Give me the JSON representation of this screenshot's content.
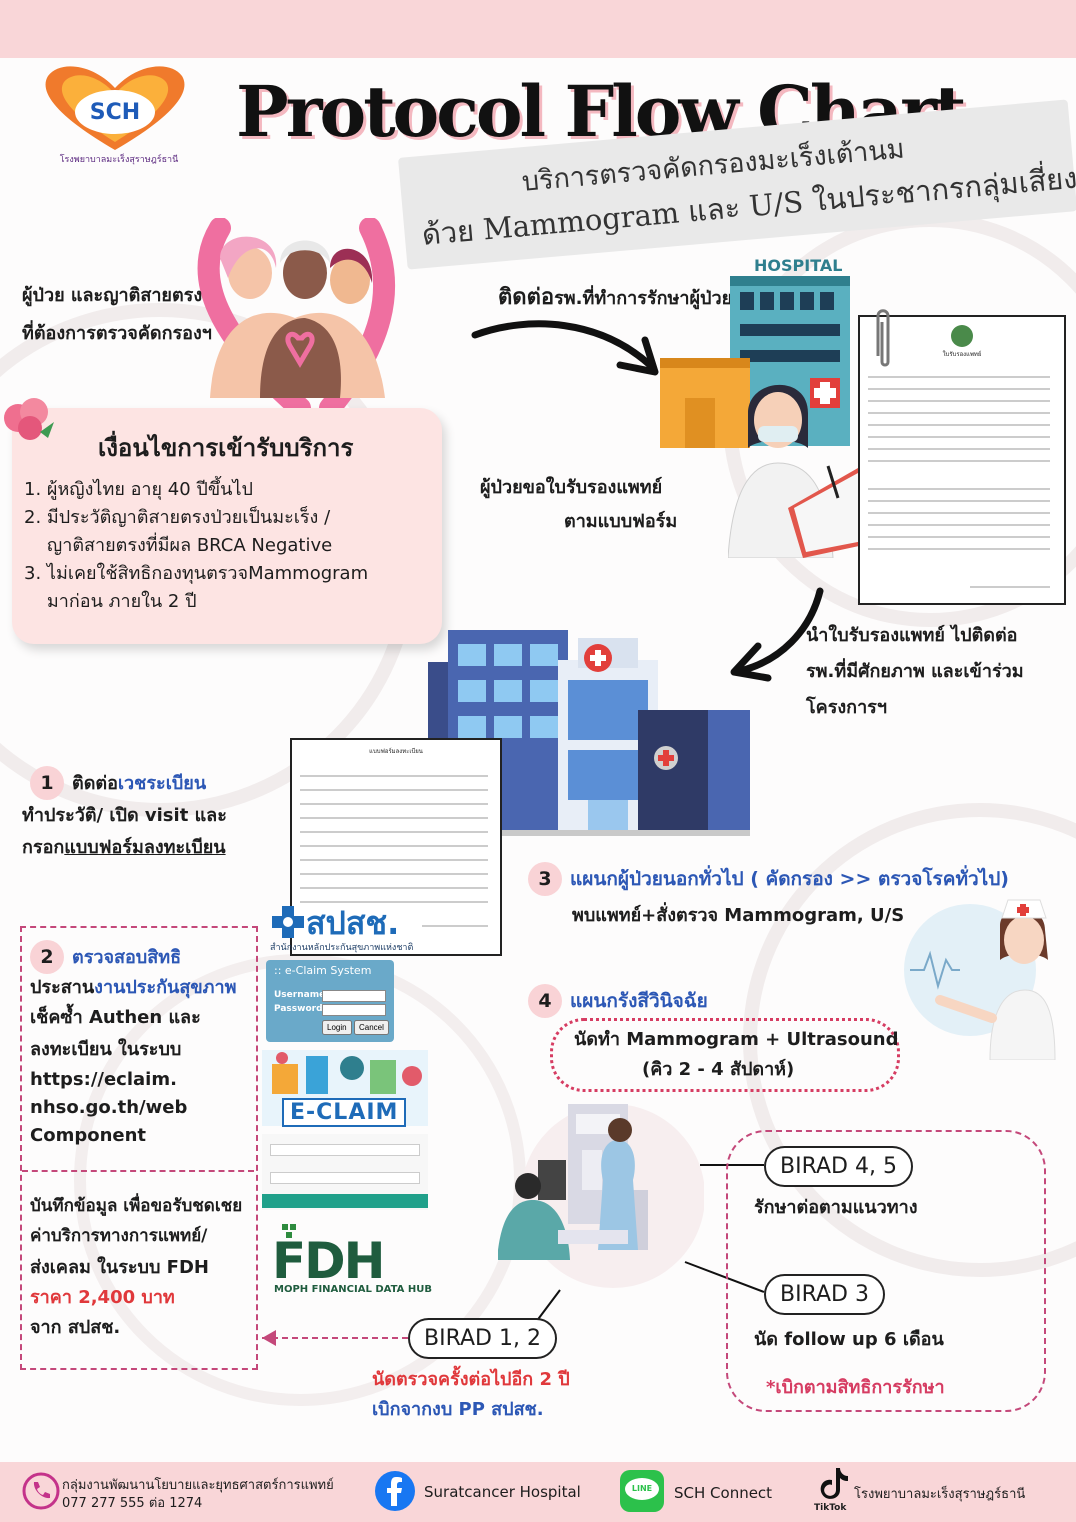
{
  "header": {
    "logo_text": "SCH",
    "logo_caption": "โรงพยาบาลมะเร็งสุราษฎร์ธานี",
    "title": "Protocol Flow Chart",
    "subtitle_line1": "บริการตรวจคัดกรองมะเร็งเต้านม",
    "subtitle_line2": "ด้วย Mammogram และ U/S ในประชากรกลุ่มเสี่ยง"
  },
  "patients": {
    "line1": "ผู้ป่วย และญาติสายตรง",
    "line2": "ที่ต้องการตรวจคัดกรองฯ"
  },
  "contact_hospital": {
    "bold": "ติดต่อ",
    "rest": "รพ.ที่ทำการรักษาผู้ป่วย",
    "hospital_sign": "HOSPITAL"
  },
  "conditions": {
    "title": "เงื่อนไขการเข้ารับบริการ",
    "items": [
      "1. ผู้หญิงไทย อายุ 40 ปีขึ้นไป",
      "2. มีประวัติญาติสายตรงป่วยเป็นมะเร็ง /",
      "    ญาติสายตรงที่มีผล BRCA Negative",
      "3. ไม่เคยใช้สิทธิกองทุนตรวจMammogram",
      "    มาก่อน ภายใน 2 ปี"
    ]
  },
  "cert_request": {
    "line1": "ผู้ป่วยขอใบรับรองแพทย์",
    "line2": "ตามแบบฟอร์ม",
    "form_title": "ใบรับรองแพทย์"
  },
  "take_cert": {
    "line1": "นำใบรับรองแพทย์ ไปติดต่อ",
    "line2": "รพ.ที่มีศักยภาพ และเข้าร่วม",
    "line3": "โครงการฯ"
  },
  "step1": {
    "num": "1",
    "label": "ติดต่อ",
    "highlight": "เวชระเบียน",
    "line2": "ทำประวัติ/ เปิด visit และ",
    "line3_a": "กรอก",
    "line3_b": "แบบฟอร์มลงทะเบียน",
    "form_title": "แบบฟอร์มลงทะเบียน"
  },
  "step2": {
    "num": "2",
    "label": "ตรวจสอบสิทธิ",
    "line1_a": "ประสาน",
    "line1_b": "งานประกันสุขภาพ",
    "line2": "เช็คซ้ำ Authen และ",
    "line3": "ลงทะเบียน ในระบบ",
    "line4": "https://eclaim.",
    "line5": "nhso.go.th/web",
    "line6": "Component",
    "rec1": "บันทึกข้อมูล เพื่อขอรับชดเชย",
    "rec2": "ค่าบริการทางการแพทย์/",
    "rec3": "ส่งเคลม ในระบบ FDH",
    "price": "ราคา 2,400 บาท",
    "from": "จาก สปสช."
  },
  "nhso": {
    "logo": "สปสช.",
    "caption": "สำนักงานหลักประกันสุขภาพแห่งชาติ",
    "eclaim_title": ":: e-Claim System",
    "username": "Username",
    "password": "Password",
    "login": "Login",
    "cancel": "Cancel",
    "eclaim_banner": "E-CLAIM",
    "fdh": "FDH",
    "fdh_caption": "MOPH FINANCIAL DATA HUB"
  },
  "step3": {
    "num": "3",
    "label": "แผนกผู้ป่วยนอกทั่วไป ( คัดกรอง >> ตรวจโรคทั่วไป)",
    "line2": "พบแพทย์+สั่งตรวจ Mammogram, U/S"
  },
  "step4": {
    "num": "4",
    "label": "แผนกรังสีวินิจฉัย",
    "line1": "นัดทำ Mammogram + Ultrasound",
    "line2": "(คิว 2 - 4 สัปดาห์)"
  },
  "results": {
    "birad45": "BIRAD 4, 5",
    "birad45_text": "รักษาต่อตามแนวทาง",
    "birad3": "BIRAD 3",
    "birad3_text": "นัด  follow up 6 เดือน",
    "note": "*เบิกตามสิทธิการรักษา",
    "birad12": "BIRAD 1, 2",
    "birad12_line1": "นัดตรวจครั้งต่อไปอีก 2 ปี",
    "birad12_line2": "เบิกจากงบ PP สปสช."
  },
  "footer": {
    "dept": "กลุ่มงานพัฒนานโยบายและยุทธศาสตร์การแพทย์",
    "phone": "077 277 555 ต่อ 1274",
    "facebook": "Suratcancer Hospital",
    "line": "SCH Connect",
    "line_icon_text": "LINE",
    "tiktok": "โรงพยาบาลมะเร็งสุราษฎร์ธานี",
    "tiktok_label": "TikTok"
  },
  "colors": {
    "accent_pink": "#d63c62",
    "link_blue": "#2c57b5",
    "band_pink": "#f9d6d8",
    "cond_box": "#fde4e3"
  }
}
